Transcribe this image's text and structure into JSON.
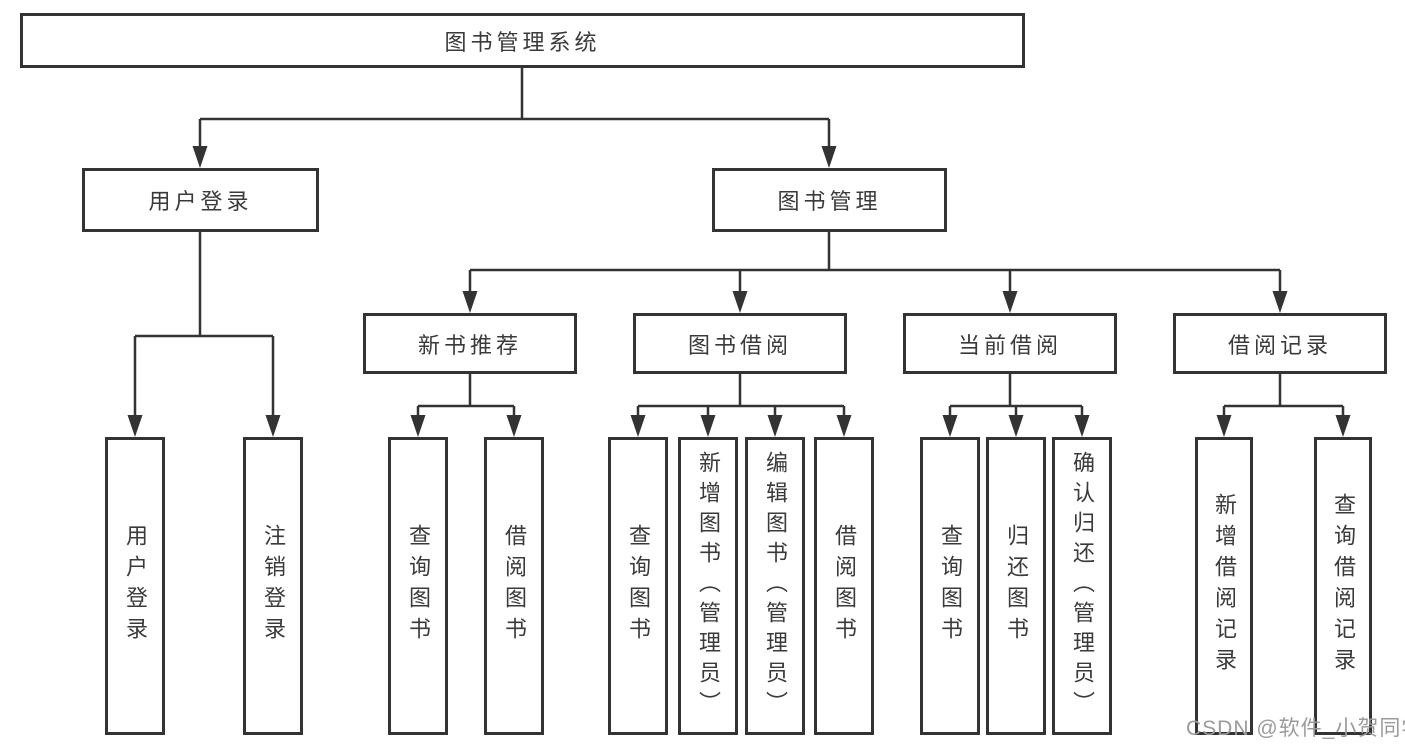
{
  "tree": {
    "root": "图书管理系统",
    "branches": [
      {
        "label": "用户登录",
        "leaves": [
          "用户登录",
          "注销登录"
        ]
      },
      {
        "label": "图书管理",
        "groups": [
          {
            "label": "新书推荐",
            "leaves": [
              "查询图书",
              "借阅图书"
            ]
          },
          {
            "label": "图书借阅",
            "leaves": [
              "查询图书",
              "新增图书（管理员）",
              "编辑图书（管理员）",
              "借阅图书"
            ]
          },
          {
            "label": "当前借阅",
            "leaves": [
              "查询图书",
              "归还图书",
              "确认归还（管理员）"
            ]
          },
          {
            "label": "借阅记录",
            "leaves": [
              "新增借阅记录",
              "查询借阅记录"
            ]
          }
        ]
      }
    ]
  },
  "watermark": {
    "text": "CSDN @软件_小贺同学",
    "color": "#9b9b9b"
  },
  "colors": {
    "line": "#333333",
    "box_border": "#333333",
    "box_fill": "#ffffff",
    "text": "#3a3a3a",
    "background": "#ffffff"
  }
}
